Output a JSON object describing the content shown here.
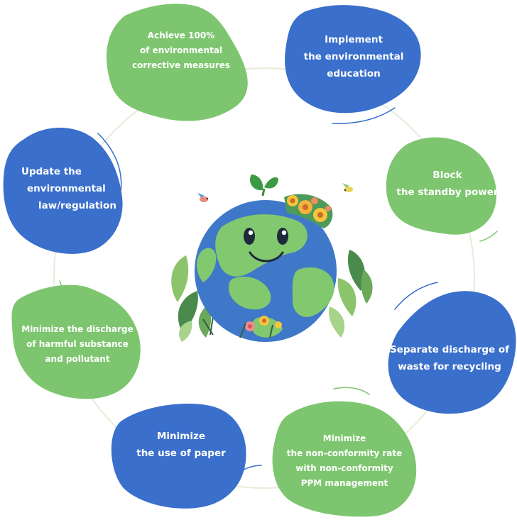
{
  "colors": {
    "green": "#7dc66f",
    "blue": "#3a6fcb",
    "ring": "#e6ecd9",
    "earth_ocean": "#3f78c9",
    "earth_land": "#82c86f"
  },
  "nodes": [
    {
      "id": "achieve",
      "color": "green",
      "lines": [
        "Achieve 100%",
        "of environmental",
        "corrective measures"
      ]
    },
    {
      "id": "education",
      "color": "blue",
      "lines": [
        "Implement",
        "the environmental",
        "education"
      ]
    },
    {
      "id": "standby",
      "color": "green",
      "lines": [
        "Block",
        "the standby power"
      ]
    },
    {
      "id": "recycling",
      "color": "blue",
      "lines": [
        "Separate discharge of",
        "waste for recycling"
      ]
    },
    {
      "id": "nonconformity",
      "color": "green",
      "lines": [
        "Minimize",
        "the non-conformity rate",
        "with non-conformity",
        "PPM management"
      ]
    },
    {
      "id": "paper",
      "color": "blue",
      "lines": [
        "Minimize",
        "the use of paper"
      ]
    },
    {
      "id": "harmful",
      "color": "green",
      "lines": [
        "Minimize the discharge",
        "of harmful substance",
        "and pollutant"
      ]
    },
    {
      "id": "law",
      "color": "blue",
      "lines": [
        "Update the",
        "environmental",
        "law/regulation"
      ]
    }
  ]
}
